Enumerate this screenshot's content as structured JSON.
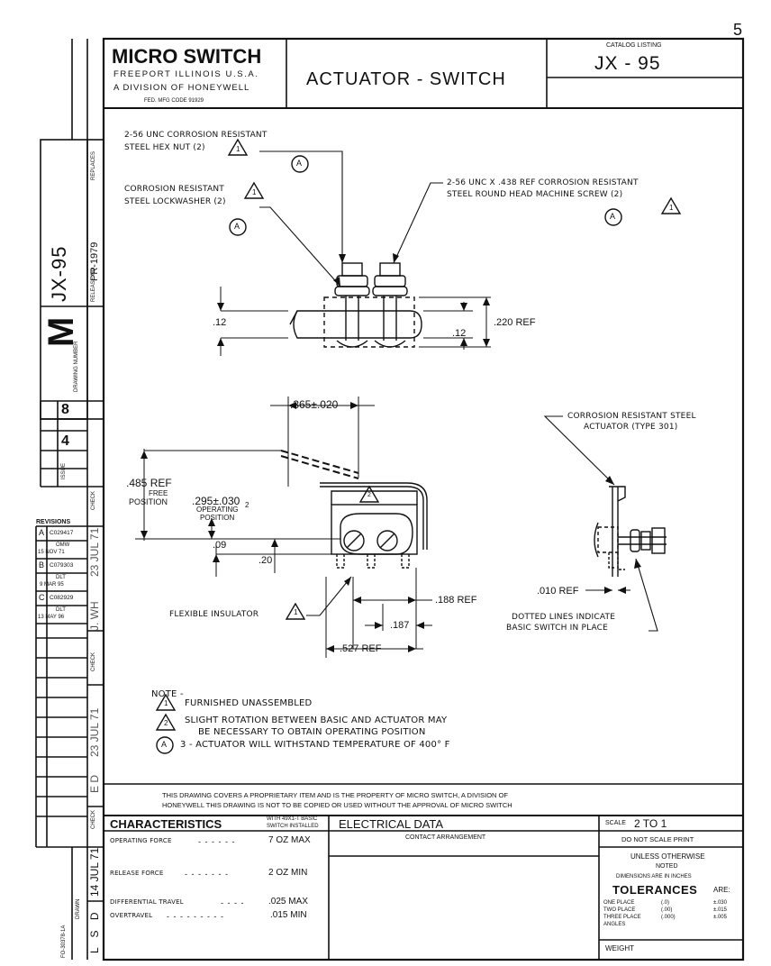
{
  "sheet_number": "5",
  "company": {
    "name": "MICRO SWITCH",
    "location": "FREEPORT ILLINOIS U.S.A.",
    "division": "A DIVISION OF HONEYWELL",
    "fed_code": "FED. MFG CODE 91929"
  },
  "title": "ACTUATOR - SWITCH",
  "catalog": {
    "label": "CATALOG LISTING",
    "value": "JX - 95"
  },
  "side_block": {
    "part": "JX-95",
    "replaces_label": "REPLACES",
    "release_label": "RELEASE NO.",
    "release_value": "PR-1979",
    "drawing_letter": "M",
    "drawing_label": "DRAWING NUMBER",
    "issue_label": "ISSUE",
    "issue_current": "8",
    "issue_old": "4",
    "check_label": "CHECK",
    "revisions_label": "REVISIONS",
    "revisions": [
      {
        "letter": "A",
        "code": "C029417",
        "by": "OMW",
        "date": "15 NOV 71"
      },
      {
        "letter": "B",
        "code": "C079303",
        "by": "DLT",
        "date": "9 MAR 95"
      },
      {
        "letter": "C",
        "code": "C082929",
        "by": "DLT",
        "date": "13 MAY 96"
      }
    ],
    "sig1": "23 JUL 71",
    "sig1b": "J. WH",
    "sig2": "23 JUL 71",
    "sig2b": "E D",
    "sig3": "14 JUL 71",
    "drawn_label": "DRAWN",
    "drawn_by": "L S D",
    "form_no": "FO-30378-1A"
  },
  "callouts": {
    "hex_nut_1": "2-56 UNC CORROSION RESISTANT",
    "hex_nut_2": "STEEL HEX NUT (2)",
    "lockwasher_1": "CORROSION RESISTANT",
    "lockwasher_2": "STEEL LOCKWASHER (2)",
    "screw_1": "2-56 UNC X .438 REF CORROSION RESISTANT",
    "screw_2": "STEEL ROUND HEAD MACHINE SCREW (2)",
    "actuator_1": "CORROSION RESISTANT STEEL",
    "actuator_2": "ACTUATOR (TYPE 301)",
    "insulator": "FLEXIBLE INSULATOR",
    "dotted_1": "DOTTED LINES INDICATE",
    "dotted_2": "BASIC SWITCH IN PLACE",
    "flag1": "1",
    "flag2": "2",
    "circle_a": "A"
  },
  "dimensions": {
    "d12a": ".12",
    "d12b": ".12",
    "d220": ".220 REF",
    "d365": ".365±.020",
    "d485": ".485 REF",
    "free": "FREE",
    "position": "POSITION",
    "d295": ".295±.030",
    "operating": "OPERATING",
    "d09": ".09",
    "d20": ".20",
    "d188": ".188 REF",
    "d187": ".187",
    "d527": ".527 REF",
    "d010": ".010 REF"
  },
  "notes": {
    "heading": "NOTE -",
    "n1": "FURNISHED UNASSEMBLED",
    "n2a": "SLIGHT ROTATION BETWEEN BASIC AND ACTUATOR MAY",
    "n2b": "BE NECESSARY TO OBTAIN OPERATING POSITION",
    "n3": "3 - ACTUATOR WILL WITHSTAND TEMPERATURE OF 400° F"
  },
  "proprietary_1": "THIS DRAWING COVERS A PROPRIETARY ITEM AND IS THE PROPERTY OF MICRO SWITCH, A DIVISION OF",
  "proprietary_2": "HONEYWELL THIS DRAWING IS NOT TO BE COPIED OR USED WITHOUT THE APPROVAL OF MICRO SWITCH",
  "characteristics": {
    "title": "CHARACTERISTICS",
    "sub1": "WITH 49X1-T BASIC",
    "sub2": "SWITCH INSTALLED",
    "rows": [
      {
        "label": "OPERATING FORCE",
        "value": "7 OZ MAX"
      },
      {
        "label": "RELEASE FORCE",
        "value": "2 OZ MIN"
      },
      {
        "label": "DIFFERENTIAL TRAVEL",
        "value": ".025 MAX"
      },
      {
        "label": "OVERTRAVEL",
        "value": ".015 MIN"
      }
    ]
  },
  "electrical": {
    "title": "ELECTRICAL DATA",
    "contact": "CONTACT ARRANGEMENT"
  },
  "scale": {
    "label": "SCALE",
    "value": "2 TO 1",
    "no_scale": "DO NOT SCALE PRINT"
  },
  "tolerances": {
    "unless": "UNLESS OTHERWISE",
    "noted": "NOTED",
    "dims": "DIMENSIONS ARE IN INCHES",
    "title": "TOLERANCES",
    "are": "ARE:",
    "rows": [
      {
        "label": "ONE PLACE",
        "fmt": "(.0)",
        "tol": "±.030"
      },
      {
        "label": "TWO PLACE",
        "fmt": "(.00)",
        "tol": "±.015"
      },
      {
        "label": "THREE PLACE",
        "fmt": "(.000)",
        "tol": "±.005"
      },
      {
        "label": "ANGLES",
        "fmt": "",
        "tol": ""
      }
    ],
    "weight": "WEIGHT"
  }
}
